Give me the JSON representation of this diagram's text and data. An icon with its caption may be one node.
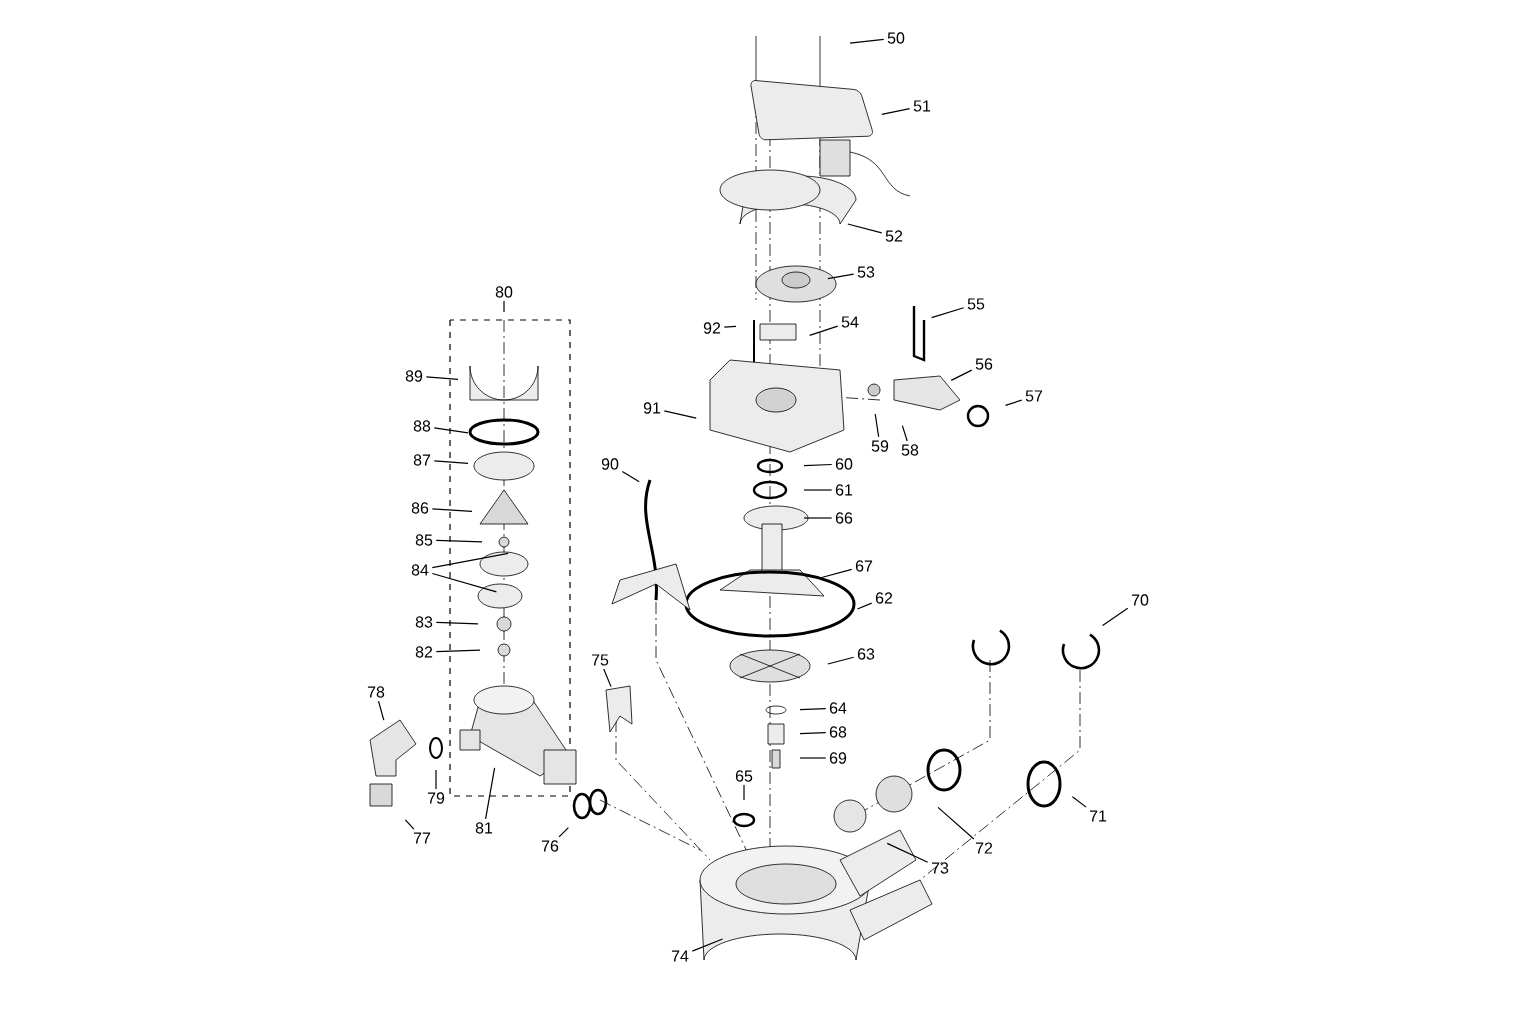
{
  "diagram": {
    "nodes": [
      {
        "text": [
          "50"
        ]
      },
      {
        "text": [
          "51"
        ]
      },
      {
        "text": [
          "52"
        ]
      },
      {
        "text": [
          "53"
        ]
      },
      {
        "text": [
          "54"
        ]
      },
      {
        "text": [
          "55"
        ]
      },
      {
        "text": [
          "56"
        ]
      },
      {
        "text": [
          "57"
        ]
      },
      {
        "text": [
          "58"
        ]
      },
      {
        "text": [
          "59"
        ]
      },
      {
        "text": [
          "60"
        ]
      },
      {
        "text": [
          "61"
        ]
      },
      {
        "text": [
          "62"
        ]
      },
      {
        "text": [
          "63"
        ]
      },
      {
        "text": [
          "64"
        ]
      },
      {
        "text": [
          "65"
        ]
      },
      {
        "text": [
          "66"
        ]
      },
      {
        "text": [
          "67"
        ]
      },
      {
        "text": [
          "68"
        ]
      },
      {
        "text": [
          "69"
        ]
      },
      {
        "text": [
          "70"
        ]
      },
      {
        "text": [
          "71"
        ]
      },
      {
        "text": [
          "72"
        ]
      },
      {
        "text": [
          "73"
        ]
      },
      {
        "text": [
          "74"
        ]
      },
      {
        "text": [
          "75"
        ]
      },
      {
        "text": [
          "76"
        ]
      },
      {
        "text": [
          "77"
        ]
      },
      {
        "text": [
          "78"
        ]
      },
      {
        "text": [
          "79"
        ]
      },
      {
        "text": [
          "80"
        ]
      },
      {
        "text": [
          "81"
        ]
      },
      {
        "text": [
          "82"
        ]
      },
      {
        "text": [
          "83"
        ]
      },
      {
        "text": [
          "84"
        ]
      },
      {
        "text": [
          "85"
        ]
      },
      {
        "text": [
          "86"
        ]
      },
      {
        "text": [
          "87"
        ]
      },
      {
        "text": [
          "88"
        ]
      },
      {
        "text": [
          "89"
        ]
      },
      {
        "text": [
          "90"
        ]
      },
      {
        "text": [
          "91"
        ]
      },
      {
        "text": [
          "92"
        ]
      }
    ],
    "edges": [
      {
        "from": 0,
        "to": null,
        "arrow": "none"
      },
      {
        "from": 1,
        "to": null,
        "arrow": "none"
      },
      {
        "from": 2,
        "to": null,
        "arrow": "none"
      },
      {
        "from": 3,
        "to": null,
        "arrow": "none"
      },
      {
        "from": 4,
        "to": null,
        "arrow": "none"
      },
      {
        "from": 5,
        "to": null,
        "arrow": "none"
      },
      {
        "from": 6,
        "to": null,
        "arrow": "none"
      },
      {
        "from": 7,
        "to": null,
        "arrow": "none"
      },
      {
        "from": 8,
        "to": null,
        "arrow": "none"
      },
      {
        "from": 9,
        "to": null,
        "arrow": "none"
      },
      {
        "from": 10,
        "to": null,
        "arrow": "none"
      },
      {
        "from": 11,
        "to": null,
        "arrow": "none"
      },
      {
        "from": 12,
        "to": null,
        "arrow": "none"
      },
      {
        "from": 13,
        "to": null,
        "arrow": "none"
      },
      {
        "from": 14,
        "to": null,
        "arrow": "none"
      },
      {
        "from": 15,
        "to": null,
        "arrow": "none"
      },
      {
        "from": 16,
        "to": null,
        "arrow": "none"
      },
      {
        "from": 17,
        "to": null,
        "arrow": "none"
      },
      {
        "from": 18,
        "to": null,
        "arrow": "none"
      },
      {
        "from": 19,
        "to": null,
        "arrow": "none"
      },
      {
        "from": 20,
        "to": null,
        "arrow": "none"
      },
      {
        "from": 21,
        "to": null,
        "arrow": "none"
      },
      {
        "from": 22,
        "to": null,
        "arrow": "none"
      },
      {
        "from": 23,
        "to": null,
        "arrow": "none"
      },
      {
        "from": 24,
        "to": null,
        "arrow": "none"
      },
      {
        "from": 25,
        "to": null,
        "arrow": "none"
      },
      {
        "from": 26,
        "to": null,
        "arrow": "none"
      },
      {
        "from": 27,
        "to": null,
        "arrow": "none"
      },
      {
        "from": 28,
        "to": null,
        "arrow": "none"
      },
      {
        "from": 29,
        "to": null,
        "arrow": "none"
      },
      {
        "from": 30,
        "to": null,
        "arrow": "none"
      },
      {
        "from": 31,
        "to": null,
        "arrow": "none"
      },
      {
        "from": 32,
        "to": null,
        "arrow": "none"
      },
      {
        "from": 33,
        "to": null,
        "arrow": "none"
      },
      {
        "from": 34,
        "to": null,
        "arrow": "none"
      },
      {
        "from": 34,
        "to": null,
        "arrow": "none"
      },
      {
        "from": 35,
        "to": null,
        "arrow": "none"
      },
      {
        "from": 36,
        "to": null,
        "arrow": "none"
      },
      {
        "from": 37,
        "to": null,
        "arrow": "none"
      },
      {
        "from": 38,
        "to": null,
        "arrow": "none"
      },
      {
        "from": 39,
        "to": null,
        "arrow": "none"
      },
      {
        "from": 40,
        "to": null,
        "arrow": "none"
      },
      {
        "from": 41,
        "to": null,
        "arrow": "none"
      },
      {
        "from": 42,
        "to": null,
        "arrow": "none"
      }
    ]
  }
}
